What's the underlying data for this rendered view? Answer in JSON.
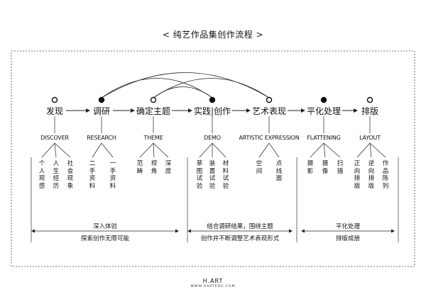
{
  "title": "< 纯艺作品集创作流程 >",
  "nodes": [
    {
      "label": "发现",
      "sub": "DISCOVER",
      "dot": "open"
    },
    {
      "label": "调研",
      "sub": "RESEARCH",
      "dot": "filled"
    },
    {
      "label": "确定主题",
      "sub": "THEME",
      "dot": "open"
    },
    {
      "label": "实践|创作",
      "sub": "DEMO",
      "dot": "filled"
    },
    {
      "label": "艺术表现",
      "sub": "ARTISTIC EXPRESSION",
      "dot": "open"
    },
    {
      "label": "平化处理",
      "sub": "FLATTENING",
      "dot": "filled"
    },
    {
      "label": "排版",
      "sub": "LAYOUT",
      "dot": "open"
    }
  ],
  "leaves": [
    {
      "node": 0,
      "items": [
        "个人观感",
        "人生经历",
        "社会现象"
      ]
    },
    {
      "node": 1,
      "items": [
        "二手资料",
        "一手资料"
      ]
    },
    {
      "node": 2,
      "items": [
        "范畴",
        "视角",
        "深度"
      ]
    },
    {
      "node": 3,
      "items": [
        "草图试验",
        "装置试验",
        "材料试验"
      ]
    },
    {
      "node": 4,
      "items": [
        "空间",
        "点线面"
      ]
    },
    {
      "node": 5,
      "items": [
        "摄影",
        "摄像",
        "扫描"
      ]
    },
    {
      "node": 6,
      "items": [
        "正向排版",
        "逆向排版",
        "作品陈列"
      ]
    }
  ],
  "bands": [
    {
      "line1": "深入体验",
      "line2": "探索创作无限可能"
    },
    {
      "line1": "结合调研结果，围绕主题",
      "line2": "创作并不断调整艺术表现形式"
    },
    {
      "line1": "平化处理",
      "line2": "排版成册"
    }
  ],
  "footer": {
    "brand": "H.ART",
    "url": "WWW.HARTEDU.COM"
  }
}
